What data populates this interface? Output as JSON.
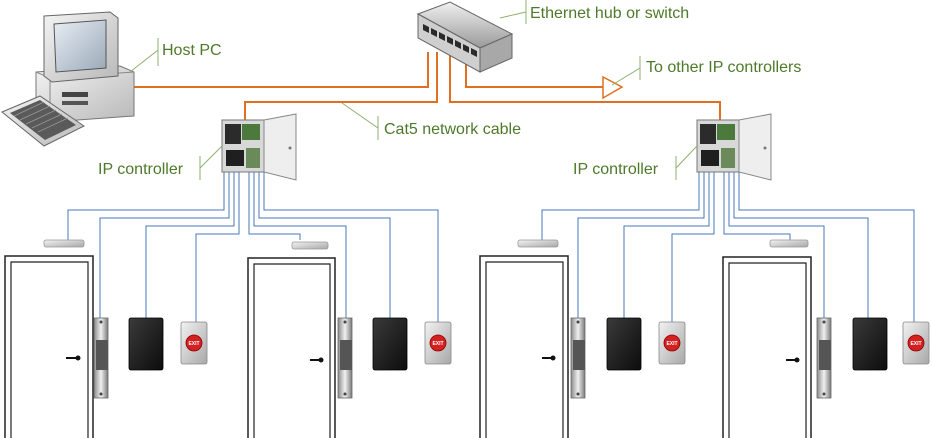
{
  "labels": {
    "host_pc": "Host PC",
    "hub": "Ethernet hub or switch",
    "other_controllers": "To other IP controllers",
    "cable": "Cat5 network cable",
    "controller_left": "IP controller",
    "controller_right": "IP controller"
  },
  "button_text": "EXIT",
  "colors": {
    "ethernet_cable": "#e07020",
    "wiring": "#4a78b8",
    "label_text": "#4d7a2a",
    "callout_line": "#8fb070"
  }
}
